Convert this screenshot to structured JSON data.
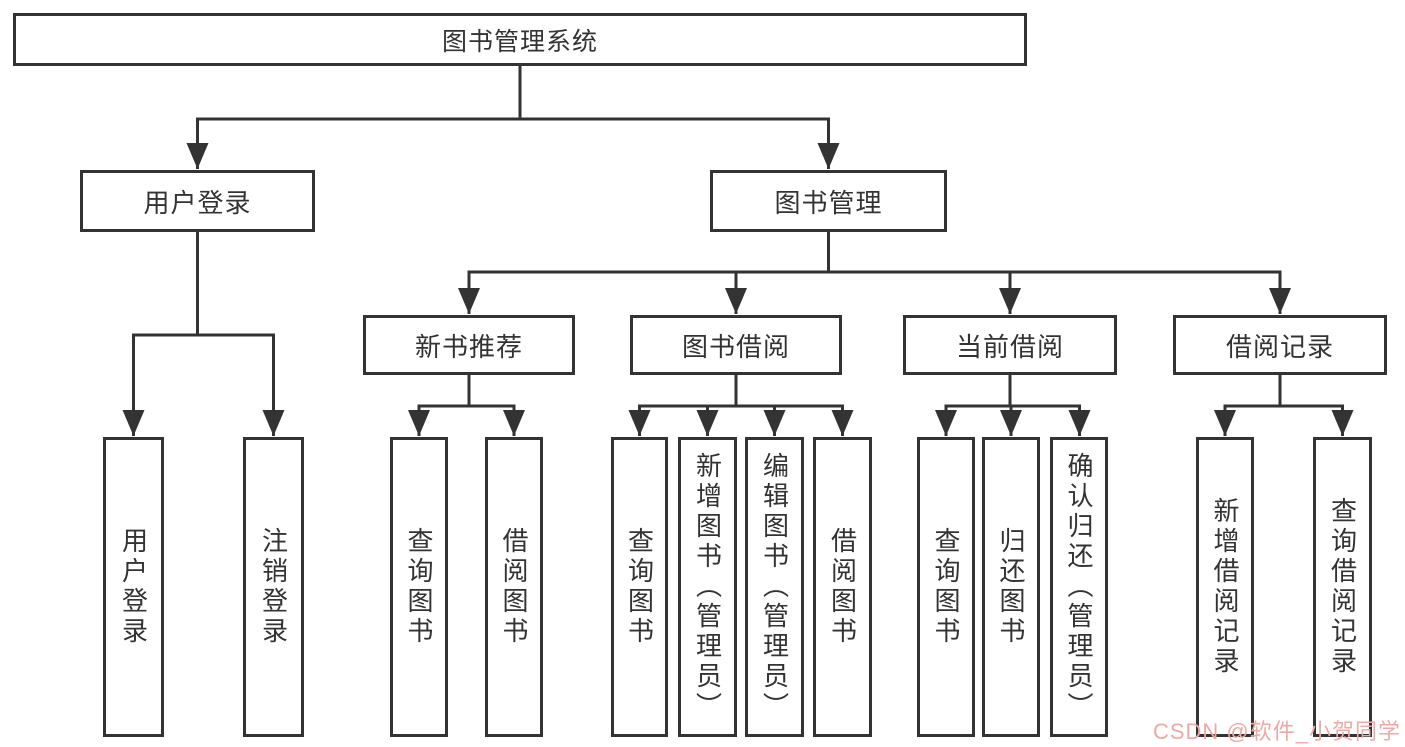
{
  "title": "图书管理系统",
  "colors": {
    "line": "#333333",
    "text": "#333333",
    "border": "#333333",
    "bg": "#ffffff"
  },
  "watermark": {
    "text": "CSDN @软件_小贺同学",
    "color": "#efa9a4"
  },
  "tree": {
    "root": {
      "label": "图书管理系统",
      "children": [
        {
          "label": "用户登录",
          "children": [
            {
              "label": "用户登录"
            },
            {
              "label": "注销登录"
            }
          ]
        },
        {
          "label": "图书管理",
          "children": [
            {
              "label": "新书推荐",
              "children": [
                {
                  "label": "查询图书"
                },
                {
                  "label": "借阅图书"
                }
              ]
            },
            {
              "label": "图书借阅",
              "children": [
                {
                  "label": "查询图书"
                },
                {
                  "label": "新增图书（管理员）"
                },
                {
                  "label": "编辑图书（管理员）"
                },
                {
                  "label": "借阅图书"
                }
              ]
            },
            {
              "label": "当前借阅",
              "children": [
                {
                  "label": "查询图书"
                },
                {
                  "label": "归还图书"
                },
                {
                  "label": "确认归还（管理员）"
                }
              ]
            },
            {
              "label": "借阅记录",
              "children": [
                {
                  "label": "新增借阅记录"
                },
                {
                  "label": "查询借阅记录"
                }
              ]
            }
          ]
        }
      ]
    }
  }
}
